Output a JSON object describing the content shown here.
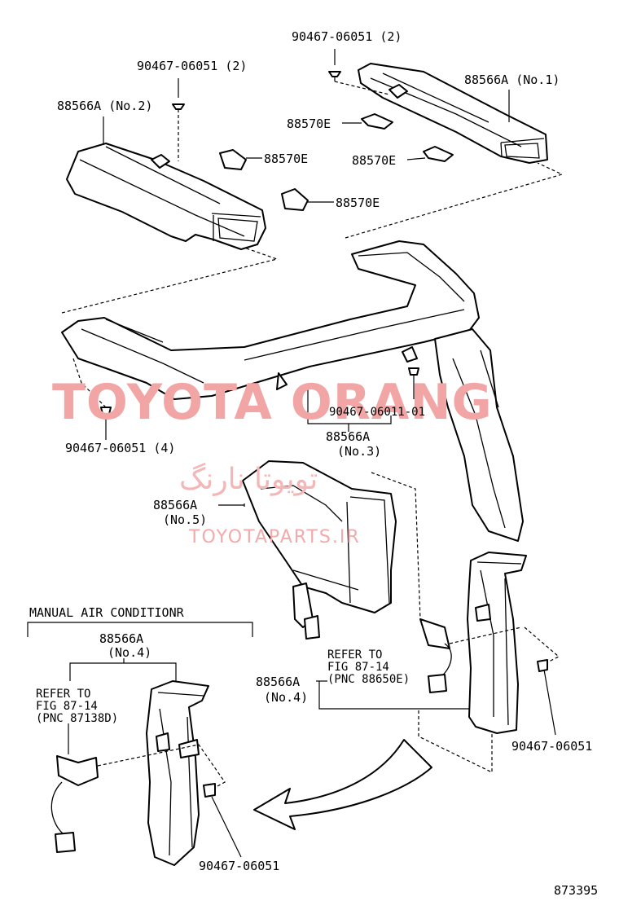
{
  "labels": {
    "bolt_top": "90467-06051 (2)",
    "duct_no1": "88566A (No.1)",
    "clip_right_a": "88570E",
    "clip_right_b": "88570E",
    "bolt_left_top": "90467-06051 (2)",
    "duct_no2": "88566A (No.2)",
    "clip_left_a": "88570E",
    "clip_left_b": "88570E",
    "bolt_center": "90467-06011-01",
    "duct_no3": "88566A",
    "duct_no3_sub": "(No.3)",
    "bolt_left_bottom": "90467-06051 (4)",
    "duct_no5": "88566A",
    "duct_no5_sub": "(No.5)",
    "manual_ac": "MANUAL AIR CONDITIONR",
    "duct_no4_left": "88566A",
    "duct_no4_left_sub": "(No.4)",
    "refer_left_1": "REFER TO",
    "refer_left_2": "FIG 87-14",
    "refer_left_3": "(PNC 87138D)",
    "bolt_bottom_left": "90467-06051",
    "refer_right_1": "REFER TO",
    "refer_right_2": "FIG 87-14",
    "refer_right_3": "(PNC 88650E)",
    "duct_no4_right": "88566A",
    "duct_no4_right_sub": "(No.4)",
    "bolt_bottom_right": "90467-06051",
    "figure_number": "873395"
  },
  "watermark": {
    "main": "TOYOTA ORANG",
    "arabic": "تويوتا نارنگ",
    "small": "TOYOTAPARTS.IR"
  }
}
